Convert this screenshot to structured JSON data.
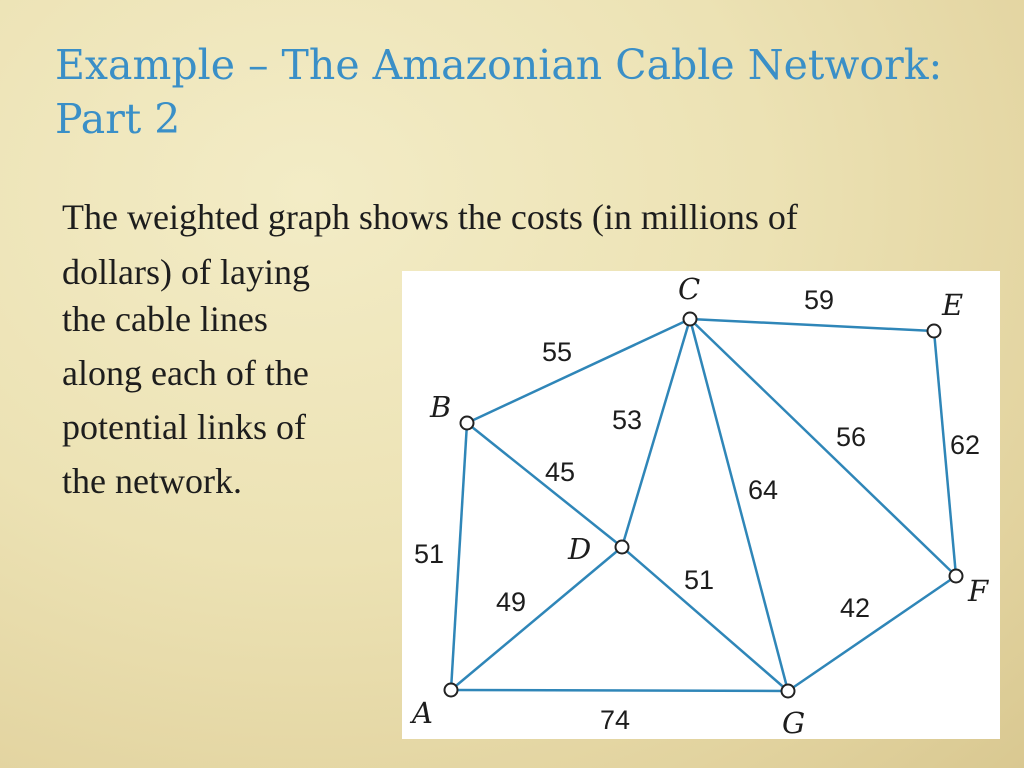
{
  "slide": {
    "title_line1": "Example – The Amazonian Cable Network:",
    "title_line2": "Part 2",
    "body_line1": "The weighted graph shows the costs (in millions of",
    "body_line2": "dollars) of laying",
    "body_lines": [
      "the cable lines",
      "along each of the",
      "potential links of",
      "the network."
    ]
  },
  "colors": {
    "title": "#3a8fc7",
    "edge": "#2f86b8",
    "panel": "#ffffff"
  },
  "graph": {
    "vertices": [
      "A",
      "B",
      "C",
      "D",
      "E",
      "F",
      "G"
    ],
    "edges": [
      {
        "from": "B",
        "to": "C",
        "weight": "55"
      },
      {
        "from": "C",
        "to": "E",
        "weight": "59"
      },
      {
        "from": "C",
        "to": "D",
        "weight": "53"
      },
      {
        "from": "B",
        "to": "D",
        "weight": "45"
      },
      {
        "from": "C",
        "to": "F",
        "weight": "56"
      },
      {
        "from": "E",
        "to": "F",
        "weight": "62"
      },
      {
        "from": "C",
        "to": "G",
        "weight": "64"
      },
      {
        "from": "A",
        "to": "B",
        "weight": "51"
      },
      {
        "from": "D",
        "to": "G",
        "weight": "51"
      },
      {
        "from": "A",
        "to": "D",
        "weight": "49"
      },
      {
        "from": "F",
        "to": "G",
        "weight": "42"
      },
      {
        "from": "A",
        "to": "G",
        "weight": "74"
      }
    ]
  }
}
